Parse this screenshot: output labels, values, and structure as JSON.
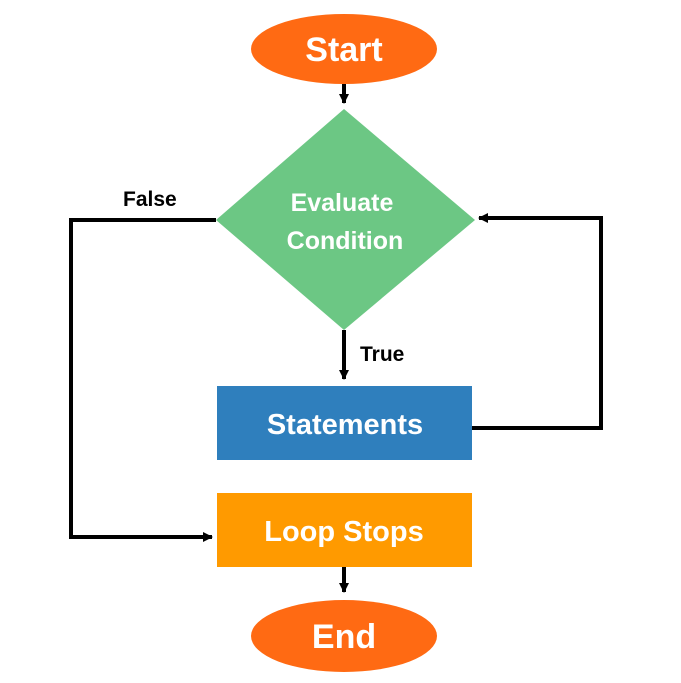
{
  "nodes": {
    "start": {
      "label": "Start"
    },
    "condition": {
      "line1": "Evaluate",
      "line2": "Condition"
    },
    "statements": {
      "label": "Statements"
    },
    "loop_stops": {
      "label": "Loop Stops"
    },
    "end": {
      "label": "End"
    }
  },
  "edge_labels": {
    "true_branch": "True",
    "false_branch": "False"
  },
  "colors": {
    "terminal": "#ff6a13",
    "decision": "#6cc784",
    "process": "#2f7fbd",
    "stop": "#ff9a00",
    "connector": "#000000",
    "text_light": "#ffffff",
    "text_dark": "#000000"
  }
}
